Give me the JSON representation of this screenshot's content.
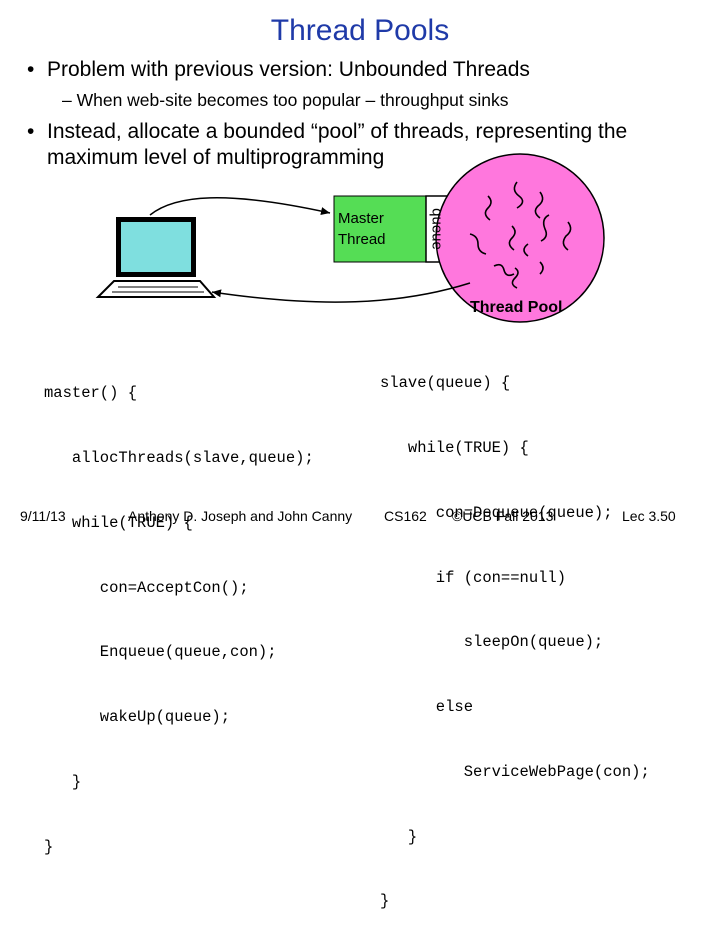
{
  "slide": {
    "title": "Thread Pools",
    "bullets": [
      "Problem with previous version: Unbounded Threads",
      "– When web-site becomes too popular – throughput sinks",
      "Instead, allocate a bounded “pool” of threads, representing the maximum level of multiprogramming"
    ],
    "bullet_marker": "•"
  },
  "diagram": {
    "master_label": "Master\nThread",
    "queue_label": "queue",
    "pool_label": "Thread Pool",
    "colors": {
      "master_box": "#55dd55",
      "pool_circle": "#ff77dd",
      "computer_screen": "#7fdfdf",
      "title": "#1f3aa8"
    },
    "icons": [
      "computer-icon",
      "arrow-icon",
      "thread-squiggle-icon"
    ]
  },
  "code": {
    "master": [
      "master() {",
      "   allocThreads(slave,queue);",
      "   while(TRUE) {",
      "      con=AcceptCon();",
      "      Enqueue(queue,con);",
      "      wakeUp(queue);",
      "   }",
      "}"
    ],
    "slave": [
      "slave(queue) {",
      "   while(TRUE) {",
      "      con=Dequeue(queue);",
      "      if (con==null)",
      "         sleepOn(queue);",
      "      else",
      "         ServiceWebPage(con);",
      "   }",
      "}"
    ]
  },
  "footer": {
    "date": "9/11/13",
    "authors": "Anthony D. Joseph and John Canny",
    "course": "CS162",
    "copyright": "©UCB Fall 2013",
    "lecture": "Lec 3.50"
  }
}
